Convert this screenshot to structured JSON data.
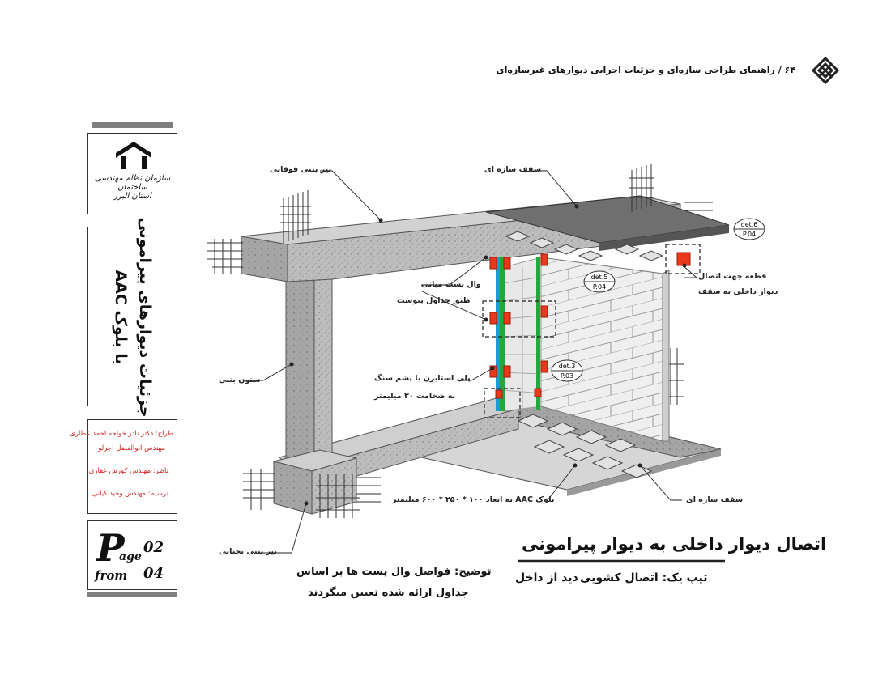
{
  "header": {
    "text": "۶۴ / راهنمای طراحی سازه‌ای و جزئیات اجرایی دیوارهای غیرسازه‌ای",
    "logo_icon": "knot-logo-icon"
  },
  "sidebar": {
    "org_logo": {
      "line1": "سازمان نظام مهندسی ساختمان",
      "line2": "استان البرز"
    },
    "vertical_title_line1": "جزئیات دیوارهای پیرامونی",
    "vertical_title_line2": "با بلوک  AAC",
    "credits": [
      "طراح: دکتر نادر خواجه احمد عطاری",
      "مهندس ابوالفضل آجرلو",
      "ناظر: مهندس کورش غفاری",
      "ترسیم: مهندس وحید کیانی"
    ],
    "page_box": {
      "page_letter": "P",
      "page_word": "age",
      "page_num": "02",
      "from_word": "from",
      "total": "04"
    }
  },
  "callouts": {
    "top_beam": "تیر بتنی فوقانی",
    "slab_top": "سقف سازه ای",
    "wall_post": "وال پست میانی",
    "wall_post_2": "طبق جداول پیوست",
    "column": "ستون بتنی",
    "styrene": "پلی استایرن یا پشم سنگ",
    "styrene_2": "به ضخامت ۳۰ میلیمتر",
    "connector": "قطعه جهت اتصال",
    "connector_2": "دیوار داخلی به سقف",
    "aac_block": "بلوک AAC به ابعاد ۱۰۰ * ۲۵۰ * ۶۰۰ میلیمتر",
    "slab_bottom": "سقف سازه ای",
    "bottom_beam": "تیر بتنی تحتانی"
  },
  "details": [
    {
      "name": "det.6",
      "page": "P.04"
    },
    {
      "name": "det.5",
      "page": "P.04"
    },
    {
      "name": "det.3",
      "page": "P.03"
    }
  ],
  "title": {
    "main": "اتصال دیوار داخلی به دیوار پیرامونی",
    "sub_type": "تیپ یک: اتصال کشویی",
    "sub_view": "دید از داخل"
  },
  "note": {
    "line1": "توضیح: فواصل وال پست ها بر اساس",
    "line2": "جداول ارائه شده تعیین میگردند"
  }
}
